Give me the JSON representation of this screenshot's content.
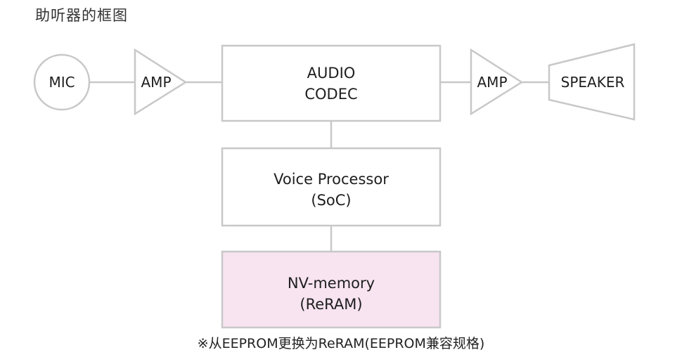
{
  "title": "助听器的框图",
  "blocks": {
    "mic": "MIC",
    "amp_in": "AMP",
    "codec_line1": "AUDIO",
    "codec_line2": "CODEC",
    "amp_out": "AMP",
    "speaker": "SPEAKER",
    "processor_line1": "Voice Processor",
    "processor_line2": "(SoC)",
    "memory_line1": "NV-memory",
    "memory_line2": "(ReRAM)"
  },
  "note": "※从EEPROM更换为ReRAM(EEPROM兼容规格)",
  "colors": {
    "stroke": "#c8c8c8",
    "memory_fill": "#f7e4f0",
    "text": "#1e1e1e"
  }
}
